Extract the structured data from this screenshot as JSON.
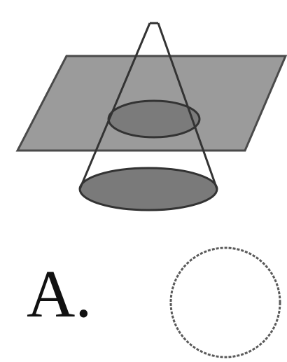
{
  "figure": {
    "option_label": "A.",
    "colors": {
      "plane_fill": "#9b9b9b",
      "plane_stroke": "#4a4a4a",
      "section_fill": "#7b7b7b",
      "base_fill": "#7a7a7a",
      "cone_stroke": "#333333",
      "circle_stroke": "#5a5a5a"
    },
    "shapes": [
      "plane",
      "cone",
      "cross-section-ellipse",
      "cone-base-ellipse",
      "answer-circle"
    ]
  }
}
